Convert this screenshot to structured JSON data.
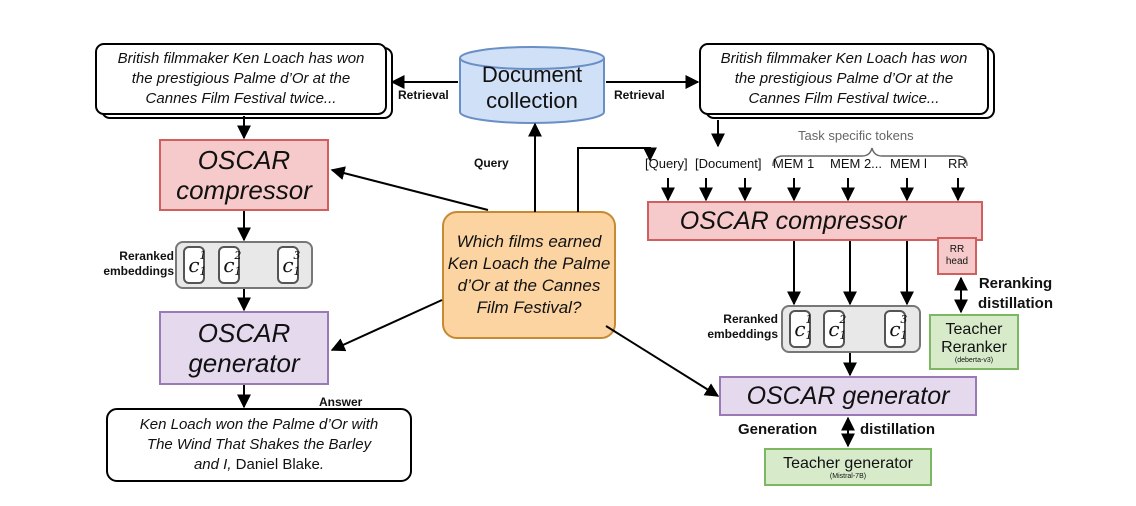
{
  "doc_collection": {
    "line1": "Document",
    "line2": "collection"
  },
  "retrieved_doc": "British filmmaker Ken Loach has won\nthe prestigious Palme d’Or at the\nCannes Film Festival twice...",
  "edges": {
    "retrieval_left": "Retrieval",
    "retrieval_right": "Retrieval",
    "query": "Query",
    "answer": "Answer"
  },
  "query_box": "Which films earned\nKen Loach the Palme\nd’Or at the Cannes\nFilm Festival?",
  "left": {
    "compressor": "OSCAR\ncompressor",
    "reranked_label": "Reranked\nembeddings",
    "generator": "OSCAR\ngenerator",
    "answer_prefix": "Ken Loach won the Palme d’Or with\nThe Wind That Shakes the Barley\nand I, ",
    "answer_italic": "Daniel Blake",
    "answer_suffix": "."
  },
  "right": {
    "task_tokens_label": "Task specific tokens",
    "input_tokens": [
      "[Query]",
      "[Document]",
      "MEM 1",
      "MEM 2...",
      "MEM l",
      "RR"
    ],
    "compressor": "OSCAR compressor",
    "rr_head": "RR\nhead",
    "reranking_distillation": "Reranking\ndistillation",
    "reranked_label": "Reranked\nembeddings",
    "teacher_reranker": "Teacher\nReranker",
    "teacher_reranker_model": "(deberta-v3)",
    "generator": "OSCAR generator",
    "generation_label": "Generation",
    "distillation_label": "distillation",
    "teacher_generator": "Teacher generator",
    "teacher_generator_model": "(Mistral-7B)"
  },
  "embedding_symbol": {
    "base": "c",
    "sub": "1",
    "sups": [
      "1",
      "2",
      "3"
    ]
  },
  "colors": {
    "compressor_fill": "#f6caca",
    "compressor_stroke": "#d0605f",
    "generator_fill": "#e5d9ee",
    "generator_stroke": "#9b79b6",
    "query_fill": "#fbd4a2",
    "query_stroke": "#c78931",
    "cylinder_fill": "#cfe0f7",
    "cylinder_stroke": "#6a8fc4",
    "teacher_fill": "#d7ebcb",
    "teacher_stroke": "#7db761",
    "embedding_tray_fill": "#e8e8e8",
    "embedding_tray_stroke": "#777777"
  }
}
